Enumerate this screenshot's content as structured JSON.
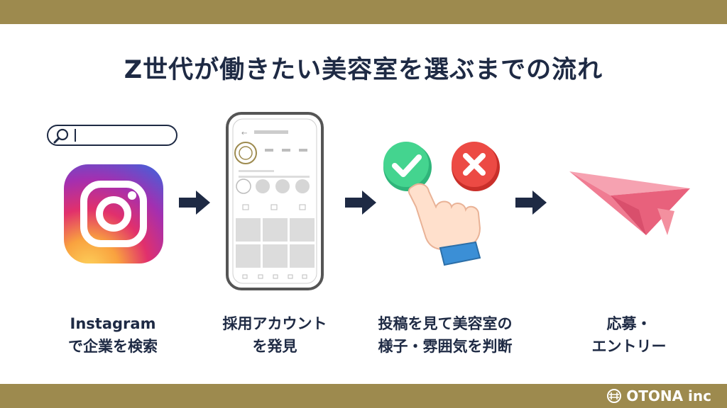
{
  "title": "Z世代が働きたい美容室を選ぶまでの流れ",
  "steps": [
    {
      "line1": "Instagram",
      "line2": "で企業を検索",
      "icon": "instagram-icon"
    },
    {
      "line1": "採用アカウント",
      "line2": "を発見",
      "icon": "smartphone-profile-icon"
    },
    {
      "line1": "投稿を見て美容室の",
      "line2": "様子・雰囲気を判断",
      "icon": "check-cross-hand-icon"
    },
    {
      "line1": "応募・",
      "line2": "エントリー",
      "icon": "paper-plane-icon"
    }
  ],
  "brand": "OTONA inc",
  "colors": {
    "band": "#9d8a4e",
    "navy": "#1e2a44",
    "check": "#3ecf8e",
    "cross": "#e8453c",
    "plane": "#f07c92"
  }
}
